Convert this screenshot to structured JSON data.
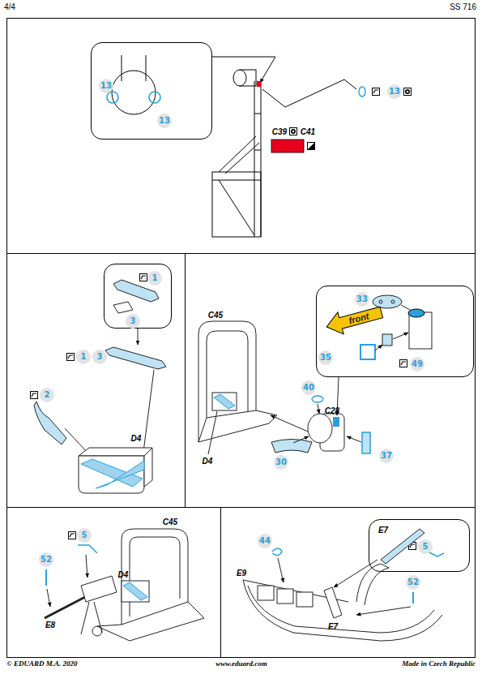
{
  "diagram": {
    "nodes": [
      {
        "text": [
          "13",
          "13"
        ]
      },
      {
        "text": [
          "1",
          "3"
        ]
      },
      {
        "text": [
          "33",
          "35",
          "49"
        ]
      },
      {
        "text": [
          "front"
        ],
        "in": 2
      },
      {
        "text": [
          "E7",
          "5"
        ]
      }
    ],
    "labels": [
      "4/4",
      "SS 716",
      "C39",
      "C41",
      "13",
      "1",
      "3",
      "2",
      "D4",
      "C45",
      "D4",
      "40",
      "C28",
      "30",
      "37",
      "5",
      "52",
      "C45",
      "D4",
      "E8",
      "44",
      "E9",
      "E7",
      "52",
      "© EDUARD M.A. 2020",
      "www.eduard.com",
      "Made in Czech Republic"
    ]
  }
}
